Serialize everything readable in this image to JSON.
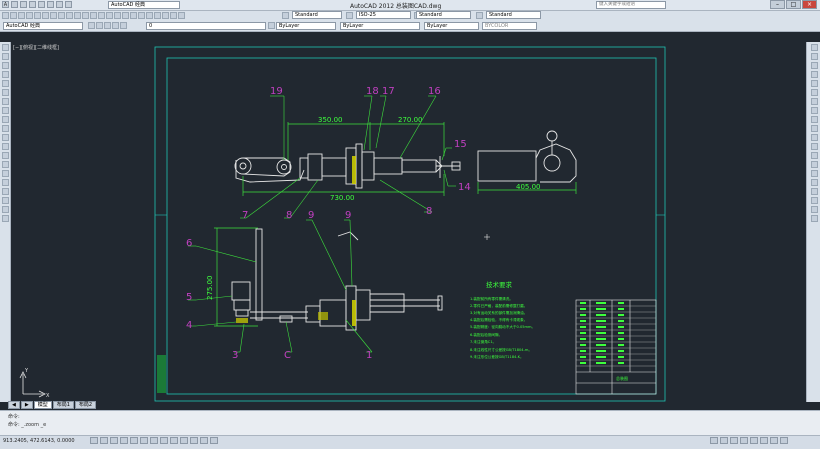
{
  "app": {
    "title": "AutoCAD 2012   总装图CAD.dwg",
    "workspace": "AutoCAD 经典",
    "search_placeholder": "键入关键字或短语"
  },
  "window_controls": {
    "minimize": "–",
    "maximize": "□",
    "close": "×"
  },
  "toolbar": {
    "text_style": "Standard",
    "dim_style": "ISO-25",
    "table_style": "Standard",
    "multileader_style": "Standard",
    "workspace2": "AutoCAD 经典",
    "layer": "0",
    "color": "ByLayer",
    "linetype": "ByLayer",
    "lineweight": "ByLayer",
    "plot_style": "BYCOLOR"
  },
  "viewport": {
    "label": "[−][俯视][二维线框]"
  },
  "drawing": {
    "balloons": [
      "19",
      "18",
      "17",
      "16",
      "15",
      "14",
      "7",
      "8",
      "9",
      "9",
      "8",
      "6",
      "5",
      "4",
      "3",
      "C",
      "1"
    ],
    "dimensions": [
      "350.00",
      "270.00",
      "730.00",
      "405.00",
      "275.00"
    ],
    "tech_title": "技术要求",
    "tech_lines": [
      "1.装配前所有零件需清洗。",
      "2.零件已严格，装配前需修整打磨。",
      "3.对有运动关系的部件需加润滑油。",
      "4.装配后需检验，不得有卡滞现象。",
      "5.装配精度：径向跳动不大于0.05mm。",
      "6.装配后检测间隙。",
      "7.未注倒角C1。",
      "8.未注线性尺寸公差按GB/T1804-m。",
      "9.未注形位公差按GB/T1184-K。"
    ],
    "title_block_name": "总装图"
  },
  "layout_tabs": [
    "模型",
    "布局1",
    "布局2"
  ],
  "command": {
    "history": "命令:",
    "input": "命令: _.zoom _e"
  },
  "status": {
    "coords": "913.2405, 472.6143, 0.0000"
  },
  "colors": {
    "background": "#212830",
    "frame": "#21c4b4",
    "part_lines": "#e6e6e6",
    "dim_lines": "#3de03d",
    "balloons": "#c040c0",
    "text_green": "#3dff3d"
  }
}
